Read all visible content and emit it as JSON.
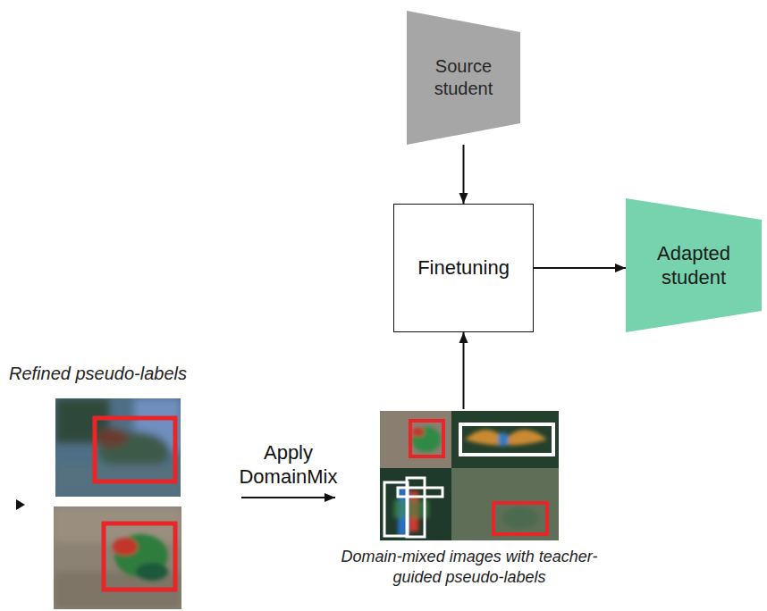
{
  "diagram": {
    "nodes": [
      {
        "text": [
          "Source student"
        ]
      },
      {
        "text": [
          "Finetuning"
        ]
      },
      {
        "text": [
          "Adapted student"
        ]
      },
      {
        "text": [
          "Refined pseudo-labels"
        ]
      },
      {
        "text": [
          "Domain-mixed images with teacher-guided pseudo-labels"
        ]
      }
    ],
    "edges": [
      {
        "from": 0,
        "to": 1,
        "arrow": "to"
      },
      {
        "from": 1,
        "to": 2,
        "arrow": "to"
      },
      {
        "from": 4,
        "to": 1,
        "arrow": "to"
      },
      {
        "from": 3,
        "to": 4,
        "label": "Apply DomainMix",
        "arrow": "to"
      }
    ]
  }
}
